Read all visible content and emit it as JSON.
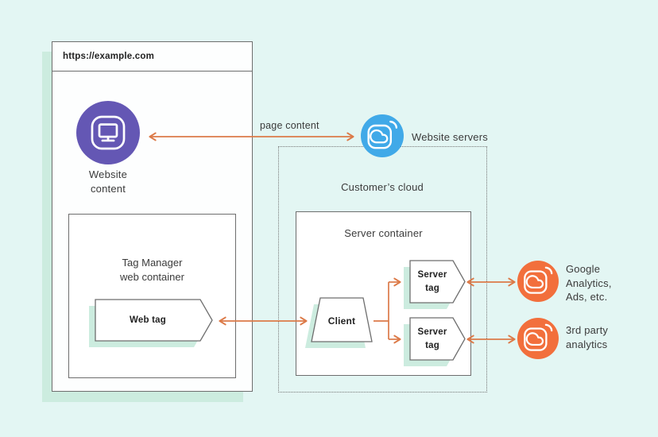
{
  "colors": {
    "background": "#e3f6f3",
    "purple": "#6457b4",
    "blue": "#40a9e8",
    "orange": "#f26f3c",
    "arrow": "#dc7a48",
    "mint_shadow": "#ccecdf",
    "box_border": "#6e6e6e",
    "box_fill": "#ffffff"
  },
  "browser": {
    "url": "https://example.com",
    "website_content": {
      "lines": [
        "Website",
        "content"
      ]
    },
    "web_container": {
      "title_lines": [
        "Tag Manager",
        "web container"
      ],
      "web_tag_label": "Web tag"
    }
  },
  "connections": {
    "page_content_label": "page content"
  },
  "cloud": {
    "website_servers_label": "Website servers",
    "title": "Customer’s cloud",
    "server_container": {
      "title": "Server container",
      "client_label": "Client",
      "server_tags": [
        {
          "lines": [
            "Server",
            "tag"
          ]
        },
        {
          "lines": [
            "Server",
            "tag"
          ]
        }
      ]
    }
  },
  "destinations": [
    {
      "lines": [
        "Google",
        "Analytics,",
        "Ads, etc."
      ]
    },
    {
      "lines": [
        "3rd party",
        "analytics"
      ]
    }
  ],
  "icons": {
    "website_content": "monitor-icon",
    "website_servers": "cloud-icon",
    "destinations": "cloud-icon"
  }
}
